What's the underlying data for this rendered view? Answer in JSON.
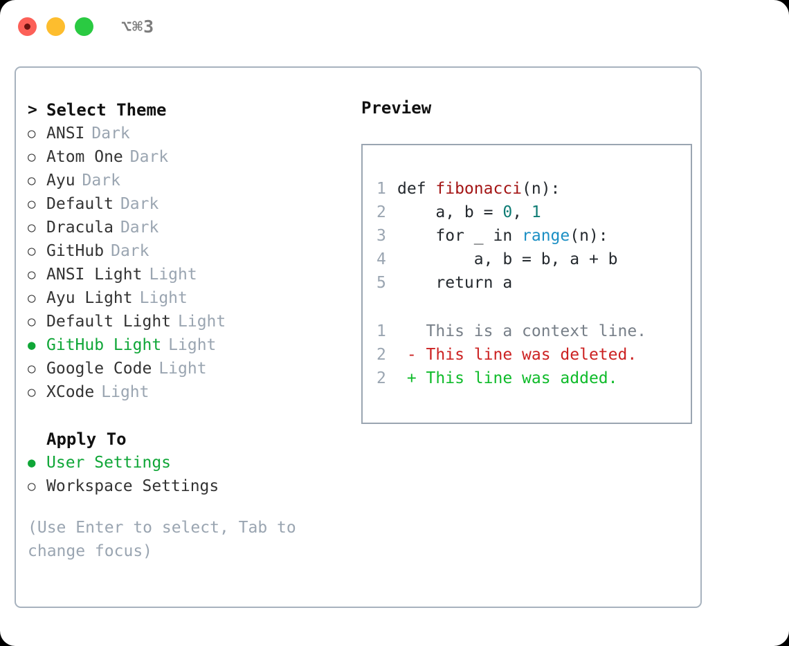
{
  "titlebar": {
    "shortcut": "⌥⌘3",
    "buttons": [
      "close",
      "minimize",
      "maximize"
    ]
  },
  "theme_list": {
    "caret": ">",
    "heading": "Select Theme",
    "bullet_empty": "○",
    "bullet_filled": "●",
    "items": [
      {
        "name": "ANSI",
        "tag": "Dark",
        "selected": false
      },
      {
        "name": "Atom One",
        "tag": "Dark",
        "selected": false
      },
      {
        "name": "Ayu",
        "tag": "Dark",
        "selected": false
      },
      {
        "name": "Default",
        "tag": "Dark",
        "selected": false
      },
      {
        "name": "Dracula",
        "tag": "Dark",
        "selected": false
      },
      {
        "name": "GitHub",
        "tag": "Dark",
        "selected": false
      },
      {
        "name": "ANSI Light",
        "tag": "Light",
        "selected": false
      },
      {
        "name": "Ayu Light",
        "tag": "Light",
        "selected": false
      },
      {
        "name": "Default Light",
        "tag": "Light",
        "selected": false
      },
      {
        "name": "GitHub Light",
        "tag": "Light",
        "selected": true
      },
      {
        "name": "Google Code",
        "tag": "Light",
        "selected": false
      },
      {
        "name": "XCode",
        "tag": "Light",
        "selected": false
      }
    ]
  },
  "apply_to": {
    "heading": "Apply To",
    "items": [
      {
        "name": "User Settings",
        "selected": true
      },
      {
        "name": "Workspace Settings",
        "selected": false
      }
    ]
  },
  "hint": "(Use Enter to select, Tab to change focus)",
  "preview": {
    "title": "Preview",
    "code": [
      {
        "n": "1",
        "parts": [
          {
            "t": "def ",
            "c": "plain"
          },
          {
            "t": "fibonacci",
            "c": "fn"
          },
          {
            "t": "(n):",
            "c": "plain"
          }
        ]
      },
      {
        "n": "2",
        "parts": [
          {
            "t": "    a, b = ",
            "c": "plain"
          },
          {
            "t": "0",
            "c": "num"
          },
          {
            "t": ", ",
            "c": "plain"
          },
          {
            "t": "1",
            "c": "num"
          }
        ]
      },
      {
        "n": "3",
        "parts": [
          {
            "t": "    for _ in ",
            "c": "plain"
          },
          {
            "t": "range",
            "c": "call"
          },
          {
            "t": "(n):",
            "c": "plain"
          }
        ]
      },
      {
        "n": "4",
        "parts": [
          {
            "t": "        a, b = b, a + b",
            "c": "plain"
          }
        ]
      },
      {
        "n": "5",
        "parts": [
          {
            "t": "    return a",
            "c": "plain"
          }
        ]
      }
    ],
    "diff": [
      {
        "n": "1",
        "marker": " ",
        "text": "This is a context line.",
        "kind": "ctx"
      },
      {
        "n": "2",
        "marker": "-",
        "text": "This line was deleted.",
        "kind": "del"
      },
      {
        "n": "2",
        "marker": "+",
        "text": "This line was added.",
        "kind": "add"
      }
    ]
  },
  "colors": {
    "selected_green": "#0fa637",
    "tag_gray": "#9aa5b1",
    "border": "#a7b2be",
    "code_fn_red": "#a31515",
    "code_num_teal": "#0e7c74",
    "code_call_blue": "#1b8fc4",
    "diff_del_red": "#cc2222",
    "diff_add_green": "#0fbb2a"
  }
}
